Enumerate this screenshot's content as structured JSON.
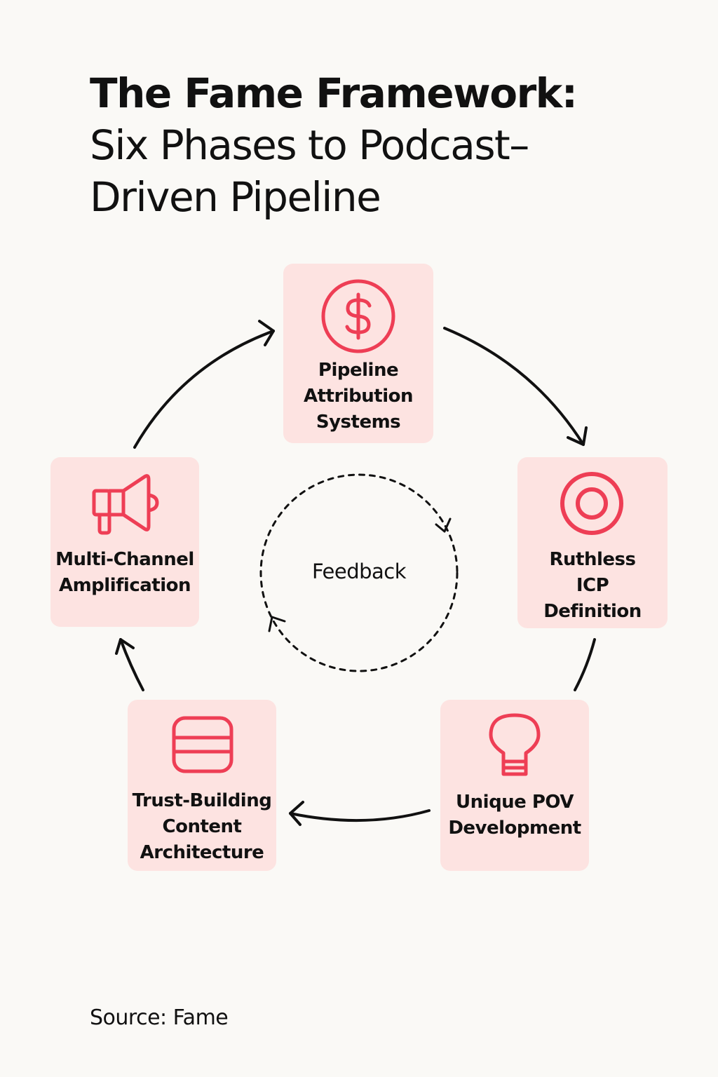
{
  "title": {
    "main": "The Fame Framework:",
    "sub_line1": "Six Phases to Podcast–",
    "sub_line2": "Driven Pipeline"
  },
  "center": {
    "label": "Feedback"
  },
  "phases": [
    {
      "icon": "dollar-circle-icon",
      "lines": [
        "Pipeline",
        "Attribution",
        "Systems"
      ]
    },
    {
      "icon": "target-icon",
      "lines": [
        "Ruthless",
        "ICP",
        "Definition"
      ]
    },
    {
      "icon": "lightbulb-icon",
      "lines": [
        "Unique POV",
        "Development"
      ]
    },
    {
      "icon": "layers-icon",
      "lines": [
        "Trust-Building",
        "Content",
        "Architecture"
      ]
    },
    {
      "icon": "megaphone-icon",
      "lines": [
        "Multi-Channel",
        "Amplification"
      ]
    }
  ],
  "colors": {
    "accent": "#ee3e55",
    "box_fill": "#fde3e1",
    "arrow": "#111111",
    "background": "#faf9f6"
  },
  "source": "Source: Fame"
}
